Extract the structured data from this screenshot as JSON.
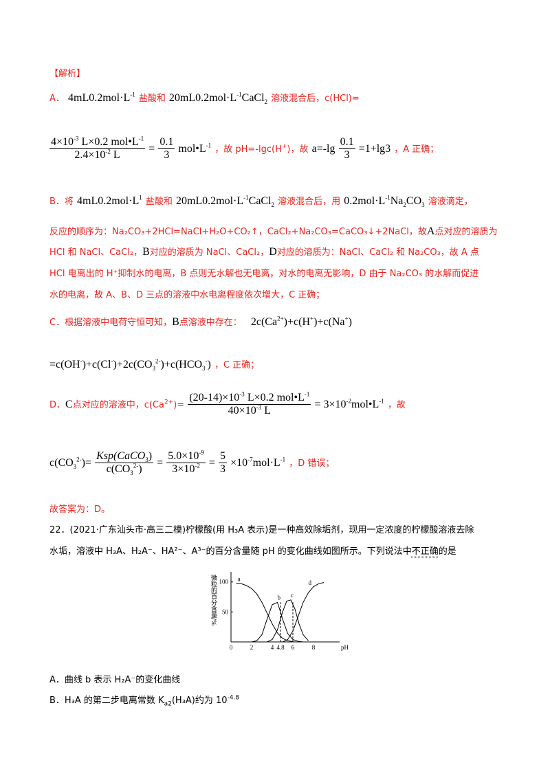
{
  "heading": "【解析】",
  "A": {
    "label": "A．",
    "f1": "4mL0.2mol",
    "f1b": "L",
    "t1": "盐酸和",
    "f2": "20mL0.2mol",
    "f2b": "L",
    "f2c": "CaCl",
    "t2": "溶液混合后，c(HCl)=",
    "num1": "4×10",
    "num1b": " L×0.2 mol•L",
    "den1": "2.4×10",
    "den1b": " L",
    "eq1": "=",
    "frac2_num": "0.1",
    "frac2_den": "3",
    "unit": "mol•L",
    "t3": "，故 pH=-lgc(H",
    "t3b": ")，故",
    "a_eq": "a=-lg",
    "frac3_num": "0.1",
    "frac3_den": "3",
    "a_rest": "=1+lg3",
    "t4": "，A 正确；"
  },
  "B": {
    "label": "B．将",
    "f1": "4mL0.2mol",
    "f1b": "L",
    "t1": "盐酸和",
    "f2": "20mL0.2mol",
    "f2b": "L",
    "f2c": "CaCl",
    "t2": "溶液混合后，用",
    "f3": "0.2mol",
    "f3b": "L",
    "f3c": "Na",
    "f3d": "CO",
    "t3": "溶液滴定，",
    "l2": "反应的顺序为：Na₂CO₃+2HCl=NaCl+H₂O+CO₂↑，CaCl₂+Na₂CO₃=CaCO₃↓+2NaCl，故",
    "l2a": "A",
    "l2b": "点对应的溶质为",
    "l3a": "HCl 和 NaCl、CaCl₂，",
    "l3b": "B",
    "l3c": "对应的溶质为 NaCl、CaCl₂，",
    "l3d": "D",
    "l3e": "对应的溶质为：NaCl、CaCl₂ 和 Na₂CO₃，故 A 点",
    "l4": "HCl 电离出的 H⁺抑制水的电离，B 点则无水解也无电离，对水的电离无影响，D 由于 Na₂CO₃ 的水解而促进",
    "l5": "水的电离，故 A、B、D 三点的溶液中水电离程度依次增大，C 正确；"
  },
  "C": {
    "label": "C．根据溶液中电荷守恒可知，",
    "b": "B",
    "t1": "点溶液中存在：",
    "expr1": "2c",
    "expr2": "+c",
    "expr3": "+c",
    "ca": "Ca",
    "h": "H",
    "na": "Na",
    "l2a": "=c(OH",
    "l2b": ")+c",
    "cl": "Cl",
    "l2c": ")+2c",
    "co3": "CO",
    "l2d": "+c",
    "hco3": "HCO",
    "t2": "，C 正确；"
  },
  "D": {
    "label": "D．",
    "c": "C",
    "t1": "点对应的溶液中，c(Ca",
    "t1b": ")=",
    "num": "(20-14)×10",
    "num_b": " L×0.2 mol•L",
    "den": "40×10",
    "den_b": " L",
    "res": "= 3×10",
    "res_b": "mol•L",
    "t2": "，故",
    "l2a": "c",
    "co3": "CO",
    "eq": "=",
    "ksp_num": "Ksp(CaCO",
    "ksp_den": "c(CO",
    "v_num": "5.0×10",
    "v_den": "3×10",
    "f_num": "5",
    "f_den": "3",
    "tail": "×10",
    "tail_b": "mol",
    "tail_c": "L",
    "t3": "，D 错误；"
  },
  "answer": "故答案为：D。",
  "q22": {
    "line1": "22．(2021·广东汕头市·高三二模)柠檬酸(用 H₃A 表示)是一种高效除垢剂，现用一定浓度的柠檬酸溶液去除",
    "line2a": "水垢，溶液中 H₃A、H₂A⁻、HA²⁻、A³⁻的百分含量随 pH 的变化曲线如图所示。下列说法中",
    "line2b": "不正确",
    "line2c": "的是",
    "optA": "A．曲线 b 表示 H₂A⁻的变化曲线",
    "optB": "B．H₃A 的第二步电离常数 K",
    "optB2": "(H₃A)约为 10",
    "optB_exp": "-4.8"
  },
  "chart_data": {
    "type": "line",
    "ylabel": "微粒的百分含量/%",
    "xlabel": "pH",
    "x_ticks": [
      "0",
      "2",
      "4",
      "4.8",
      "6",
      "8"
    ],
    "y_ticks": [
      "100",
      "50"
    ],
    "xlim": [
      0,
      10
    ],
    "ylim": [
      0,
      110
    ],
    "series": [
      {
        "name": "a",
        "x": [
          0.5,
          1,
          1.5,
          2,
          2.5,
          3,
          3.5,
          4,
          4.5,
          5,
          5.5,
          6
        ],
        "y": [
          98,
          97,
          94,
          89,
          80,
          66,
          48,
          30,
          15,
          6,
          2,
          0.5
        ]
      },
      {
        "name": "b",
        "x": [
          2,
          2.5,
          3,
          3.5,
          4,
          4.5,
          4.8,
          5,
          5.5,
          6,
          6.5,
          7
        ],
        "y": [
          0,
          2,
          12,
          38,
          62,
          66,
          50,
          38,
          14,
          4,
          1,
          0
        ]
      },
      {
        "name": "c",
        "x": [
          3.5,
          4,
          4.5,
          5,
          5.4,
          5.8,
          6.2,
          6.6,
          7,
          7.5
        ],
        "y": [
          0,
          4,
          20,
          50,
          68,
          70,
          55,
          30,
          12,
          2
        ]
      },
      {
        "name": "d",
        "x": [
          5,
          5.5,
          6,
          6.5,
          7,
          7.5,
          8,
          8.5,
          9
        ],
        "y": [
          0,
          4,
          18,
          42,
          66,
          82,
          92,
          97,
          99
        ]
      }
    ],
    "dashed_x": [
      4.8,
      6
    ],
    "grid": false
  }
}
